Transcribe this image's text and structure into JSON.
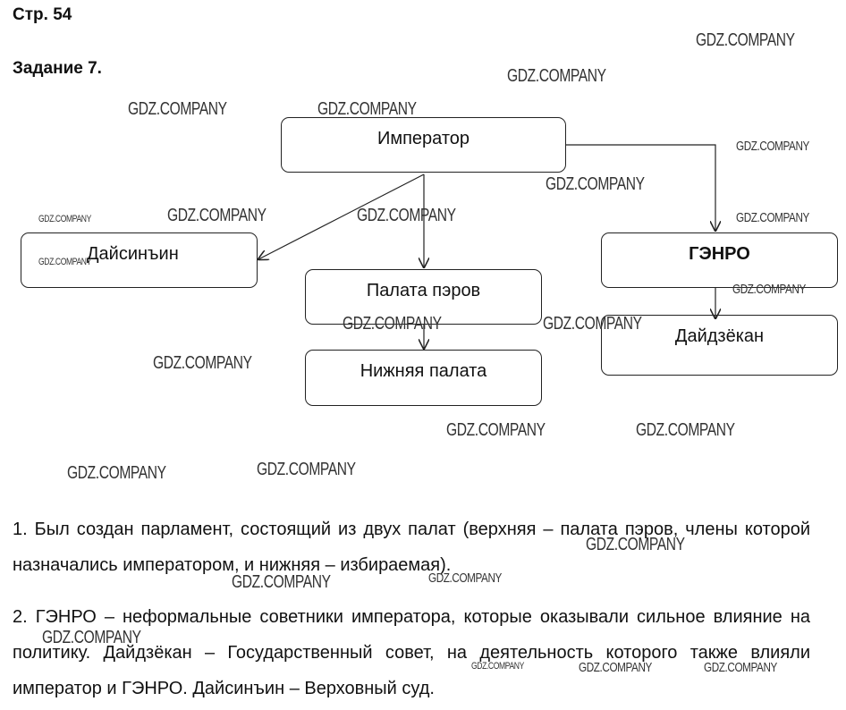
{
  "page_label": "Стр. 54",
  "task_title": "Задание 7.",
  "watermark": "GDZ.COMPANY",
  "diagram": {
    "emperor": "Император",
    "daishinin": "Дайсинъин",
    "house_of_peers": "Палата пэров",
    "lower_house": "Нижняя палата",
    "genro": "ГЭНРО",
    "daijokan": "Дайдзёкан"
  },
  "answers": [
    "1. Был создан парламент, состоящий из двух палат (верхняя – палата пэров, члены которой назначались императором, и нижняя – избираемая).",
    "2. ГЭНРО – неформальные советники императора, которые оказывали сильное влияние на политику. Дайдзёкан – Государственный совет, на деятельность которого также влияли император и ГЭНРО. Дайсинъин – Верховный суд."
  ]
}
